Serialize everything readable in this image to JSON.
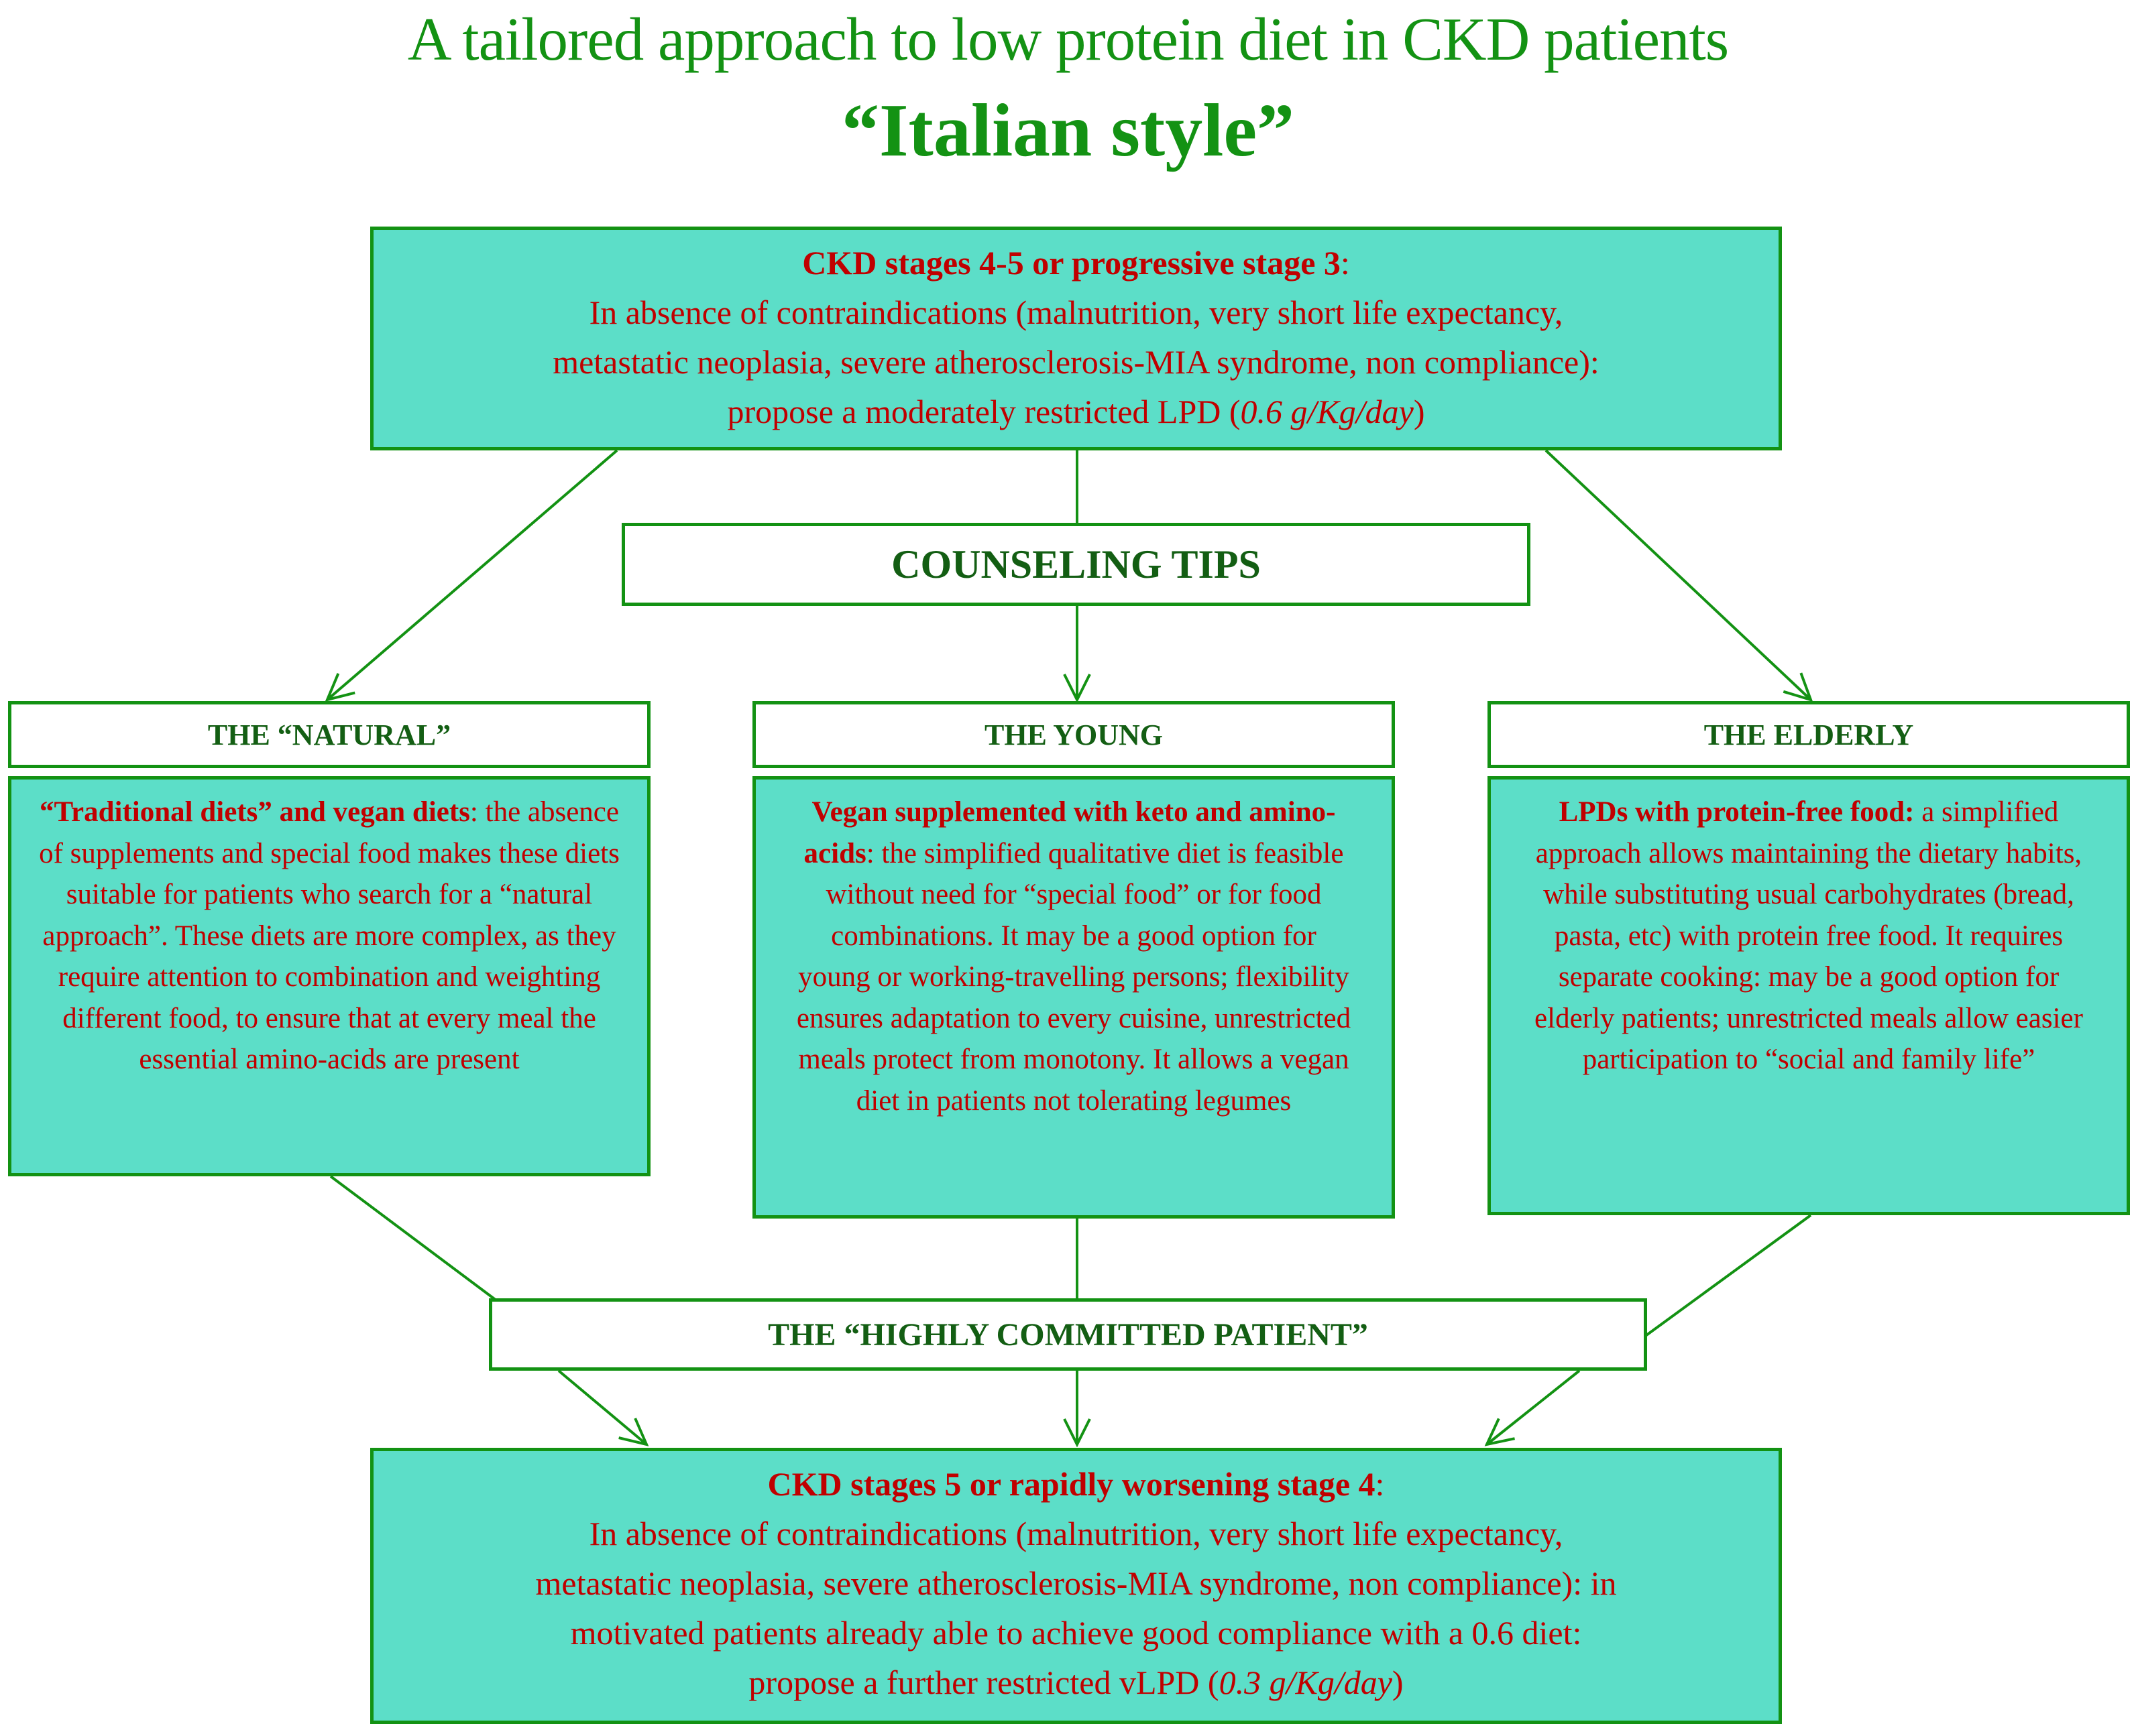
{
  "title": {
    "line1": "A tailored approach to low protein diet in CKD patients",
    "line2": "“Italian style”"
  },
  "top_box": {
    "heading": "CKD stages 4-5 or progressive stage 3",
    "heading_suffix": ":",
    "line1": "In absence of contraindications (malnutrition, very short life expectancy,",
    "line2": "metastatic neoplasia, severe atherosclerosis-MIA syndrome, non compliance):",
    "line3_prefix": "propose a moderately restricted LPD (",
    "dose": "0.6 g/Kg/day",
    "line3_suffix": ")"
  },
  "counseling_tips": "COUNSELING TIPS",
  "columns": [
    {
      "header": "THE “NATURAL”",
      "bold": "“Traditional diets” and vegan diets",
      "text": ": the absence of supplements and special food makes these diets suitable for patients who search for a “natural approach”. These diets are more complex, as they require attention to combination and weighting different food, to ensure that at every meal the essential amino-acids are present"
    },
    {
      "header": "THE YOUNG",
      "bold": "Vegan supplemented with keto and amino-acids",
      "text": ": the simplified qualitative diet is feasible without need for “special food” or for food combinations. It may be a good option for young or working-travelling persons; flexibility ensures adaptation to every cuisine, unrestricted meals protect from monotony. It allows a vegan diet in patients not tolerating legumes"
    },
    {
      "header": "THE ELDERLY",
      "bold": "LPDs with protein-free food:",
      "text": " a simplified approach allows maintaining the dietary habits, while substituting usual carbohydrates (bread, pasta, etc) with protein free food. It requires separate cooking: may be a good option for elderly patients; unrestricted meals allow easier participation to “social and family life”"
    }
  ],
  "highly_committed": "THE “HIGHLY COMMITTED PATIENT”",
  "bottom_box": {
    "heading": "CKD stages 5 or rapidly worsening stage 4",
    "heading_suffix": ":",
    "line1": "In absence of contraindications (malnutrition, very short life expectancy,",
    "line2": "metastatic neoplasia, severe atherosclerosis-MIA syndrome, non compliance): in",
    "line3": "motivated patients already able to achieve good compliance with a 0.6 diet:",
    "line4_prefix": "propose a further restricted vLPD (",
    "dose": "0.3 g/Kg/day",
    "line4_suffix": ")"
  },
  "colors": {
    "title_green": "#139213",
    "border_green": "#139213",
    "header_green": "#135e13",
    "box_teal": "#5cdec8",
    "text_red": "#c00000"
  }
}
